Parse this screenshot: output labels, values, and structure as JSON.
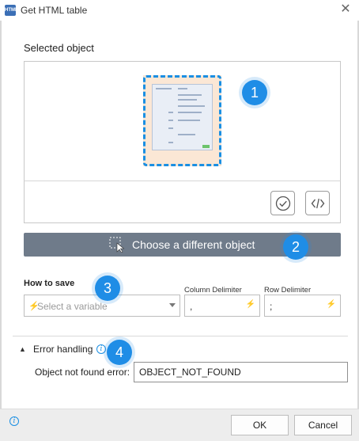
{
  "window": {
    "title": "Get HTML table",
    "app_icon_text": "HTML",
    "close_glyph": "✕"
  },
  "selected_object": {
    "label": "Selected object"
  },
  "badges": [
    "1",
    "2",
    "3",
    "4"
  ],
  "actions": {
    "choose_label": "Choose a different object",
    "validate_icon": "check-circle-icon",
    "code_icon": "code-brackets-icon"
  },
  "how_to_save": {
    "label": "How to save",
    "variable_placeholder": "Select a variable",
    "column_delimiter_label": "Column Delimiter",
    "column_delimiter_value": ",",
    "row_delimiter_label": "Row Delimiter",
    "row_delimiter_value": ";"
  },
  "error_handling": {
    "title": "Error handling",
    "toggle_glyph": "▲",
    "info_glyph": "i",
    "not_found_label": "Object not found error:",
    "not_found_value": "OBJECT_NOT_FOUND"
  },
  "footer": {
    "info_glyph": "i",
    "ok_label": "OK",
    "cancel_label": "Cancel"
  },
  "colors": {
    "accent": "#1f8de6",
    "choose_button_bg": "#6f7b8a",
    "thumb_bg": "#fbe7d5"
  }
}
